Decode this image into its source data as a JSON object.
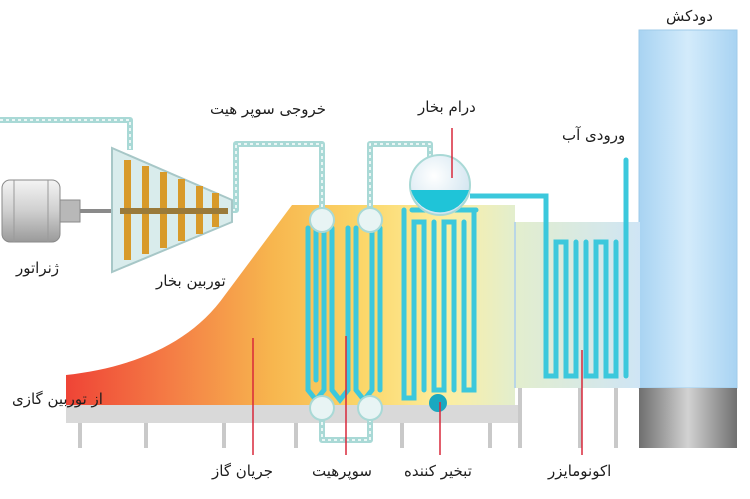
{
  "labels": {
    "chimney": "دودکش",
    "steam_drum": "درام بخار",
    "superheat_outlet": "خروجی سوپر هیت",
    "water_inlet": "ورودی آب",
    "generator": "ژنراتور",
    "steam_turbine": "توربین بخار",
    "from_gas_turbine": "از توربین گازی",
    "gas_flow": "جریان گاز",
    "superheater": "سوپرهیت",
    "evaporator": "تبخیر کننده",
    "economizer": "اکونومایزر"
  },
  "colors": {
    "hot": "#f04a3a",
    "warm": "#f7b84a",
    "mid": "#fde68a",
    "cool": "#cfe6f7",
    "tube": "#3cc8dc",
    "tube_dark": "#1aa8c0",
    "pipe": "#a9d9d6",
    "chimney": "#b9dcf5",
    "leader": "#d8283a",
    "steel": "#c8c8c8"
  }
}
